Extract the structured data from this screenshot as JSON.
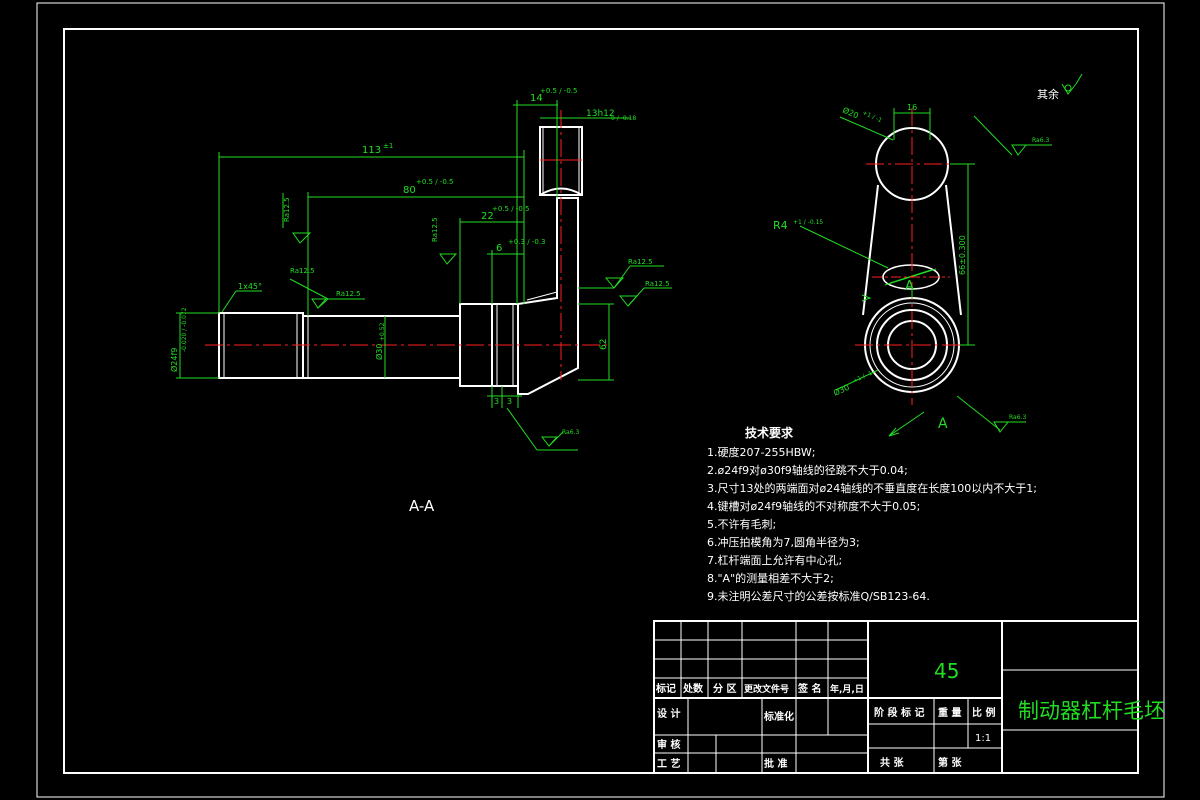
{
  "view_label": "A-A",
  "section_marks": [
    "A",
    "A"
  ],
  "surface_rest": "其余",
  "dimensions": {
    "len_113": "113",
    "tol_113": "±1",
    "len_80": "80",
    "tol_80": "+0.5 / -0.5",
    "len_22": "22",
    "tol_22": "+0.5 / -0.5",
    "len_6": "6",
    "tol_6": "+0.3 / -0.3",
    "top_14": "14",
    "tol_14": "+0.5 / -0.5",
    "key_13": "13h12",
    "key_13_tol": "0 / -0.18",
    "chamfer": "1x45°",
    "dia_left": "Ø24f9",
    "dia_left_tol": "-0.020 / -0.072",
    "dia_mid": "Ø30",
    "dia_mid_tol": "+0.52",
    "height_62": "62",
    "small_3a": "3",
    "small_3b": "3",
    "r4": "R4",
    "r4_tol": "+1 / -0.15",
    "width_16": "16",
    "center_dist": "66±0.300",
    "dia_top": "Ø20",
    "dia_top_tol": "+1 / -1",
    "dia_bottom": "Ø30",
    "dia_bottom_tol": "+1 / -1"
  },
  "roughness": [
    "Ra12.5",
    "Ra12.5",
    "Ra12.5",
    "Ra12.5",
    "Ra12.5",
    "Ra12.5",
    "Ra6.3",
    "Ra6.3",
    "Ra6.3"
  ],
  "tech_req": {
    "title": "技术要求",
    "items": [
      "1.硬度207-255HBW;",
      "2.ø24f9对ø30f9轴线的径跳不大于0.04;",
      "3.尺寸13处的两端面对ø24轴线的不垂直度在长度100以内不大于1;",
      "4.键槽对ø24f9轴线的不对称度不大于0.05;",
      "5.不许有毛刺;",
      "6.冲压拍模角为7,圆角半径为3;",
      "7.杠杆端面上允许有中心孔;",
      "8.\"A\"的测量相差不大于2;",
      "9.未注明公差尺寸的公差按标准Q/SB123-64."
    ]
  },
  "title_block": {
    "material": "45",
    "part_name": "制动器杠杆毛坯",
    "scale": "1:1",
    "rev_headers": [
      "标记",
      "处数",
      "分 区",
      "更改文件号",
      "签 名",
      "年,月,日"
    ],
    "design": "设 计",
    "standardize": "标准化",
    "review": "审 核",
    "process": "工 艺",
    "approve": "批 准",
    "stage_mark": "阶 段 标 记",
    "weight": "重 量",
    "ratio": "比 例",
    "total_sheets": "共   张",
    "sheet_no": "第   张"
  }
}
